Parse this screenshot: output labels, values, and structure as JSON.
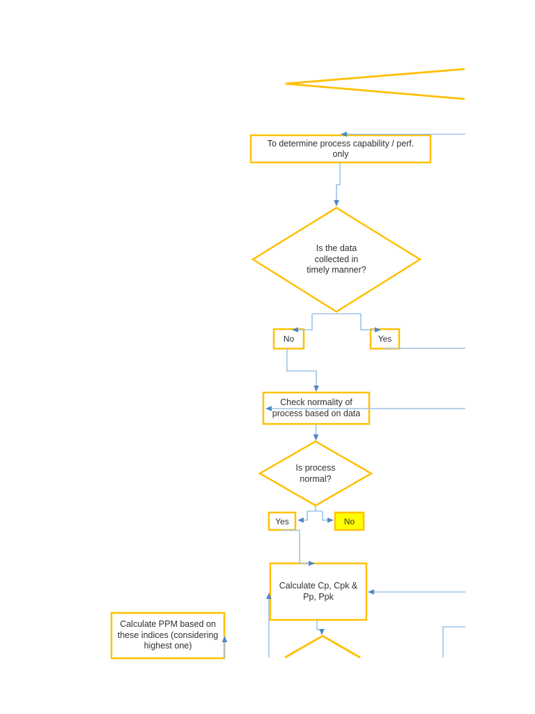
{
  "page": {
    "type": "flowchart-document-page",
    "background": "#ffffff"
  },
  "colors": {
    "shape_border": "#ffc000",
    "shape_fill": "#ffffff",
    "highlight_fill": "#ffff00",
    "connector_line": "#9dc3e6",
    "connector_arrow": "#4f87c6",
    "text": "#2f2f2f"
  },
  "flowchart": {
    "nodes": {
      "determine_box": {
        "label": "To determine process capability / perf.\nonly"
      },
      "timely_diamond": {
        "label": "Is the data\ncollected in\ntimely manner?"
      },
      "timely_no": {
        "label": "No"
      },
      "timely_yes": {
        "label": "Yes"
      },
      "normality_box": {
        "label": "Check normality of\nprocess based on data"
      },
      "normal_diamond": {
        "label": "Is process\nnormal?"
      },
      "normal_yes": {
        "label": "Yes"
      },
      "normal_no": {
        "label": "No"
      },
      "calc_box": {
        "label": "Calculate Cp, Cpk &\nPp, Ppk"
      },
      "ppm_box": {
        "label": "Calculate PPM based on\nthese indices (considering\nhighest one)"
      }
    }
  }
}
